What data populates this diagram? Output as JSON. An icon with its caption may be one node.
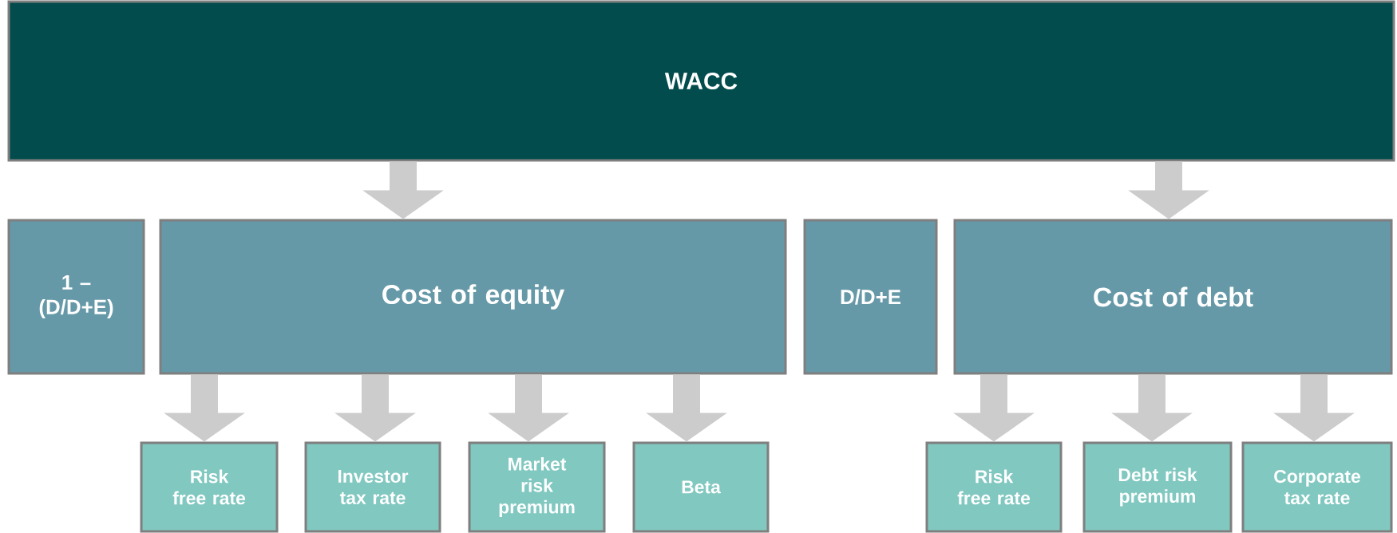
{
  "diagram": {
    "nodes": [
      {
        "text": [
          "WACC"
        ]
      },
      {
        "text": [
          "1 – (D/D+E)"
        ]
      },
      {
        "text": [
          "Cost of equity"
        ]
      },
      {
        "text": [
          "D/D+E"
        ]
      },
      {
        "text": [
          "Cost of debt"
        ]
      },
      {
        "text": [
          "Risk free rate"
        ]
      },
      {
        "text": [
          "Investor tax rate"
        ]
      },
      {
        "text": [
          "Market risk premium"
        ]
      },
      {
        "text": [
          "Beta"
        ]
      },
      {
        "text": [
          "Risk free rate"
        ]
      },
      {
        "text": [
          "Debt risk premium"
        ]
      },
      {
        "text": [
          "Corporate tax rate"
        ]
      }
    ],
    "edges": [
      {
        "from": 0,
        "to": 2,
        "arrow": "to"
      },
      {
        "from": 0,
        "to": 4,
        "arrow": "to"
      },
      {
        "from": 2,
        "to": 5,
        "arrow": "to"
      },
      {
        "from": 2,
        "to": 6,
        "arrow": "to"
      },
      {
        "from": 2,
        "to": 7,
        "arrow": "to"
      },
      {
        "from": 2,
        "to": 8,
        "arrow": "to"
      },
      {
        "from": 4,
        "to": 9,
        "arrow": "to"
      },
      {
        "from": 4,
        "to": 10,
        "arrow": "to"
      },
      {
        "from": 4,
        "to": 11,
        "arrow": "to"
      }
    ]
  }
}
